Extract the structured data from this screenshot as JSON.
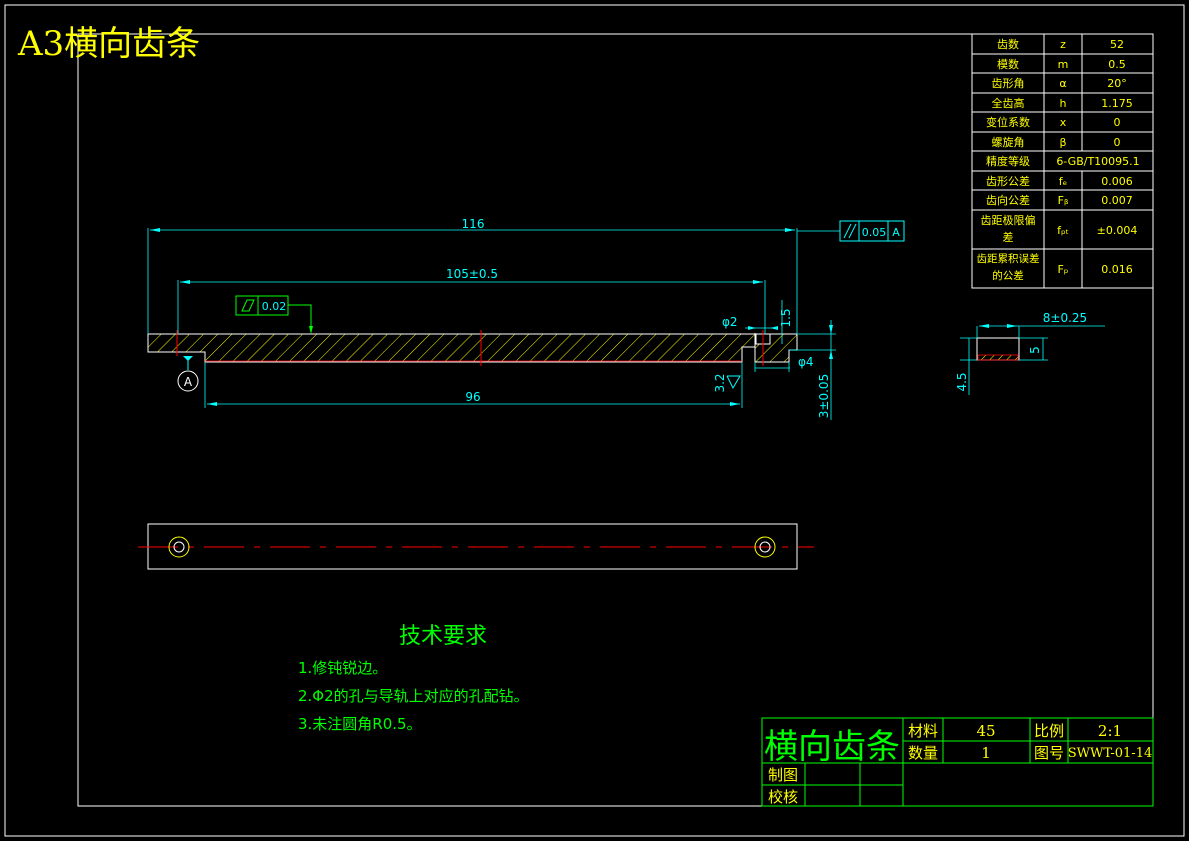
{
  "sheet_title": "A3横向齿条",
  "gear_params": {
    "rows": [
      {
        "name": "齿数",
        "symbol": "z",
        "value": "52"
      },
      {
        "name": "模数",
        "symbol": "m",
        "value": "0.5"
      },
      {
        "name": "齿形角",
        "symbol": "α",
        "value": "20°"
      },
      {
        "name": "全齿高",
        "symbol": "h",
        "value": "1.175"
      },
      {
        "name": "变位系数",
        "symbol": "x",
        "value": "0"
      },
      {
        "name": "螺旋角",
        "symbol": "β",
        "value": "0"
      },
      {
        "name": "精度等级",
        "symbol": "",
        "value": "6-GB/T10095.1"
      },
      {
        "name": "齿形公差",
        "symbol": "fₑ",
        "value": "0.006"
      },
      {
        "name": "齿向公差",
        "symbol": "Fᵦ",
        "value": "0.007"
      },
      {
        "name": "齿距极限偏差",
        "symbol": "fₚₜ",
        "value": "±0.004"
      },
      {
        "name": "齿距累积误差的公差",
        "symbol": "Fₚ",
        "value": "0.016"
      }
    ]
  },
  "dimensions": {
    "overall_length": "116",
    "hole_spacing": "105±0.5",
    "bottom_length": "96",
    "hole_dia": "φ2",
    "step_height": "1.5",
    "counterbore_dia": "φ4",
    "height": "3±0.05",
    "roughness": "3.2",
    "width": "8±0.25",
    "side_height": "5",
    "side_total": "4.5"
  },
  "tolerances": {
    "parallelism_value": "0.05",
    "parallelism_datum": "A",
    "flatness_value": "0.02",
    "datum_label": "A"
  },
  "tech_requirements": {
    "title": "技术要求",
    "items": [
      "1.修钝锐边。",
      "2.Φ2的孔与导轨上对应的孔配钻。",
      "3.未注圆角R0.5。"
    ]
  },
  "title_block": {
    "part_name": "横向齿条",
    "material_label": "材料",
    "material": "45",
    "scale_label": "比例",
    "scale": "2:1",
    "quantity_label": "数量",
    "quantity": "1",
    "drawing_no_label": "图号",
    "drawing_no": "SWWT-01-14",
    "drawn_label": "制图",
    "checked_label": "校核"
  },
  "colors": {
    "background": "#000000",
    "border": "#ffffff",
    "table_text": "#ffff00",
    "dimension": "#00ffff",
    "hatch": "#ffff00",
    "centerline": "#ff0000",
    "annotation": "#00ff00",
    "sheet_title": "#ffff00"
  }
}
